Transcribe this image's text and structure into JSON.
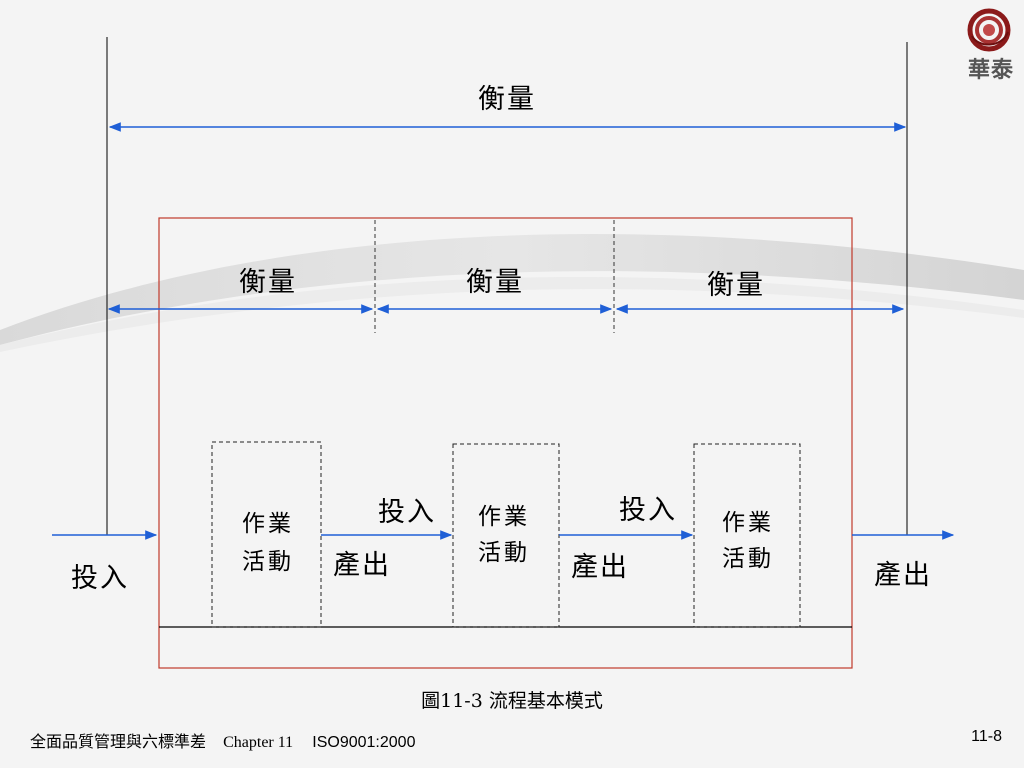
{
  "diagram": {
    "top_measure": "衡量",
    "inner_measures": [
      "衡量",
      "衡量",
      "衡量"
    ],
    "activity_line1": "作業",
    "activity_line2": "活動",
    "input_label": "投入",
    "output_label": "產出",
    "edge_color": "#c0392b",
    "arrow_color": "#1f5fd6"
  },
  "caption": "圖11-3  流程基本模式",
  "logo": {
    "icon": "swirl-logo-icon",
    "text": "華泰"
  },
  "footer": {
    "book_title": "全面品質管理與六標準差",
    "chapter": "Chapter 11",
    "standard": "ISO9001:2000",
    "page": "11-8"
  }
}
